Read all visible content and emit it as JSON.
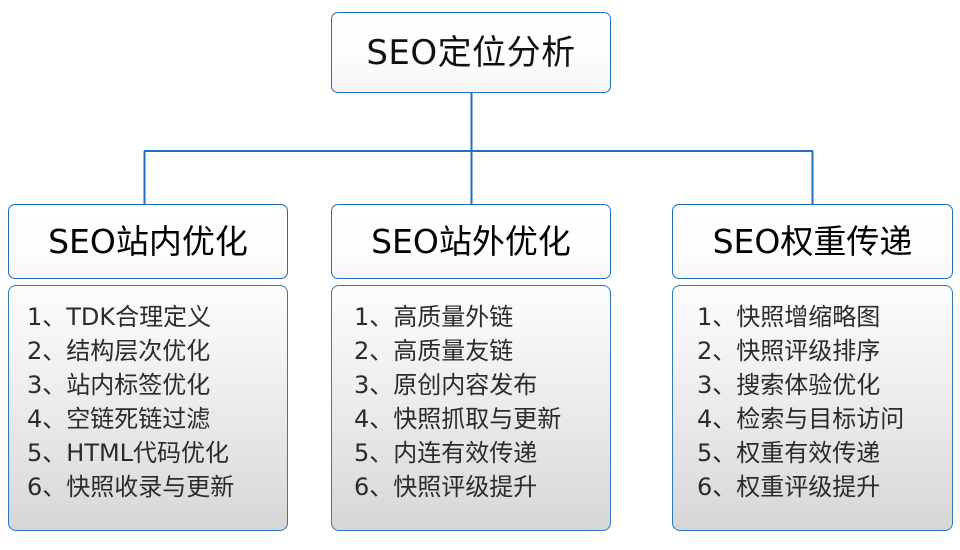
{
  "diagram": {
    "title": "SEO定位分析",
    "accent_color": "#1f6fc4",
    "box_border_color": "#2d77c4",
    "text_color": "#111111",
    "background_color": "#ffffff"
  },
  "root": {
    "label": "SEO定位分析"
  },
  "branches": [
    {
      "header": "SEO站内优化",
      "items": [
        "1、TDK合理定义",
        "2、结构层次优化",
        "3、站内标签优化",
        "4、空链死链过滤",
        "5、HTML代码优化",
        "6、快照收录与更新"
      ]
    },
    {
      "header": "SEO站外优化",
      "items": [
        "1、高质量外链",
        "2、高质量友链",
        "3、原创内容发布",
        "4、快照抓取与更新",
        "5、内连有效传递",
        "6、快照评级提升"
      ]
    },
    {
      "header": "SEO权重传递",
      "items": [
        "1、快照增缩略图",
        "2、快照评级排序",
        "3、搜索体验优化",
        "4、检索与目标访问",
        "5、权重有效传递",
        "6、权重评级提升"
      ]
    }
  ]
}
